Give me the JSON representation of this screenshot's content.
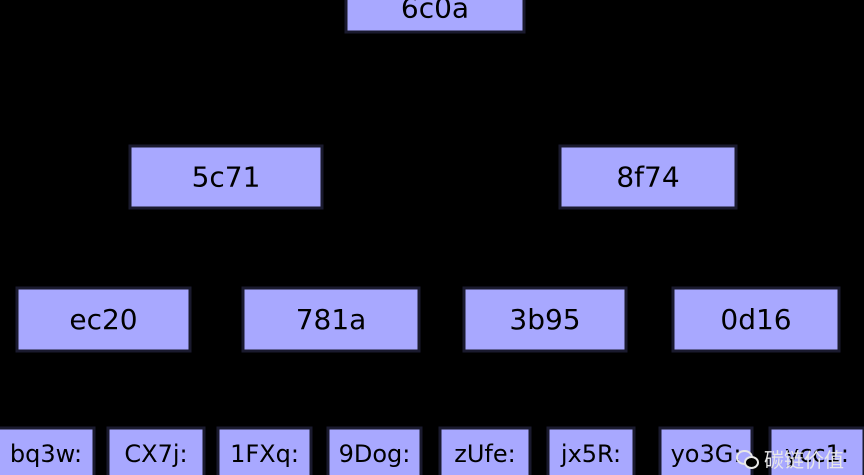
{
  "tree": {
    "root": {
      "id": "root",
      "label": "6c0a"
    },
    "level1": [
      {
        "id": "n1a",
        "label": "5c71"
      },
      {
        "id": "n1b",
        "label": "8f74"
      }
    ],
    "level2": [
      {
        "id": "n2a",
        "label": "ec20",
        "parent": 0
      },
      {
        "id": "n2b",
        "label": "781a",
        "parent": 0
      },
      {
        "id": "n2c",
        "label": "3b95",
        "parent": 1
      },
      {
        "id": "n2d",
        "label": "0d16",
        "parent": 1
      }
    ],
    "leaves": [
      {
        "label": "bq3w:",
        "parent": 0
      },
      {
        "label": "CX7j:",
        "parent": 0
      },
      {
        "label": "1FXq:",
        "parent": 1
      },
      {
        "label": "9Dog:",
        "parent": 1
      },
      {
        "label": "zUfe:",
        "parent": 2
      },
      {
        "label": "jx5R:",
        "parent": 2
      },
      {
        "label": "yo3G:",
        "parent": 3
      },
      {
        "label": "ycc1:",
        "parent": 3
      }
    ]
  },
  "colors": {
    "background": "#000000",
    "node_fill": "#a8a8ff",
    "node_stroke": "#1a1a2e",
    "text": "#000000"
  },
  "watermark": {
    "icon": "wechat-icon",
    "text": "碳链价值"
  }
}
